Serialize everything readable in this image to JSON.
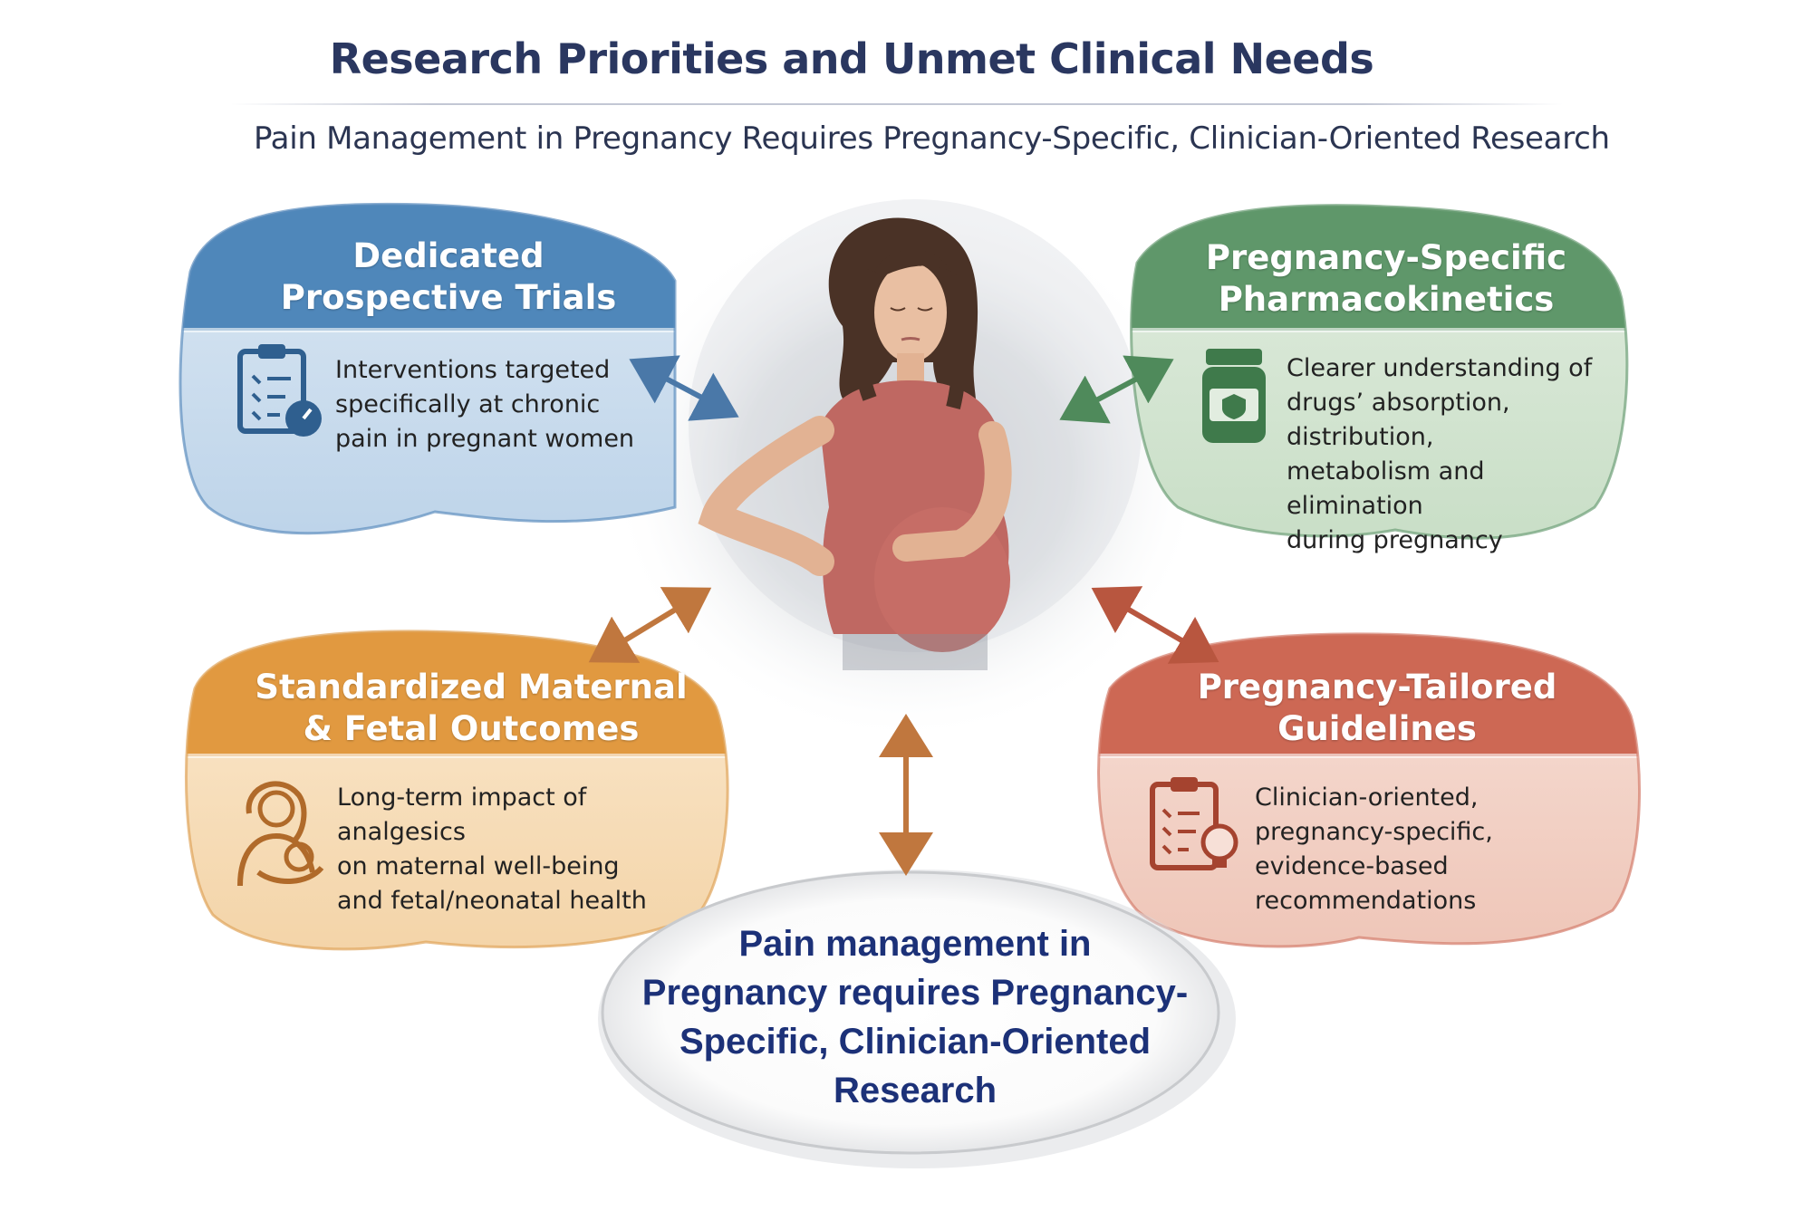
{
  "title": "Research Priorities and Unmet Clinical Needs",
  "subtitle": "Pain Management in Pregnancy Requires Pregnancy-Specific, Clinician-Oriented Research",
  "cards": [
    {
      "title_lines": [
        "Dedicated",
        "Prospective Trials"
      ],
      "body_lines": [
        "Interventions targeted",
        "specifically at chronic",
        "pain in pregnant women"
      ],
      "color": "#3e78b0",
      "icon": "clipboard-check-icon"
    },
    {
      "title_lines": [
        "Pregnancy-Specific",
        "Pharmacokinetics"
      ],
      "body_lines": [
        "Clearer understanding of",
        "drugs’ absorption, distribution,",
        "metabolism and elimination",
        "during pregnancy"
      ],
      "color": "#4f8a5b",
      "icon": "medicine-jar-icon"
    },
    {
      "title_lines": [
        "Standardized Maternal",
        "& Fetal Outcomes"
      ],
      "body_lines": [
        "Long-term impact of analgesics",
        "on maternal well-being",
        "and fetal/neonatal health"
      ],
      "color": "#d98e2f",
      "icon": "mother-baby-icon"
    },
    {
      "title_lines": [
        "Pregnancy-Tailored",
        "Guidelines"
      ],
      "body_lines": [
        "Clinician-oriented,",
        "pregnancy-specific,",
        "evidence-based recommendations"
      ],
      "color": "#c45a45",
      "icon": "clipboard-lightbulb-icon"
    }
  ],
  "center": {
    "lines": [
      "Pain management in",
      "Pregnancy requires Pregnancy-",
      "Specific, Clinician-Oriented",
      "Research"
    ],
    "color": "#1c3178"
  },
  "illustration": "pregnant-woman-icon",
  "arrow_color": "#c0773e"
}
